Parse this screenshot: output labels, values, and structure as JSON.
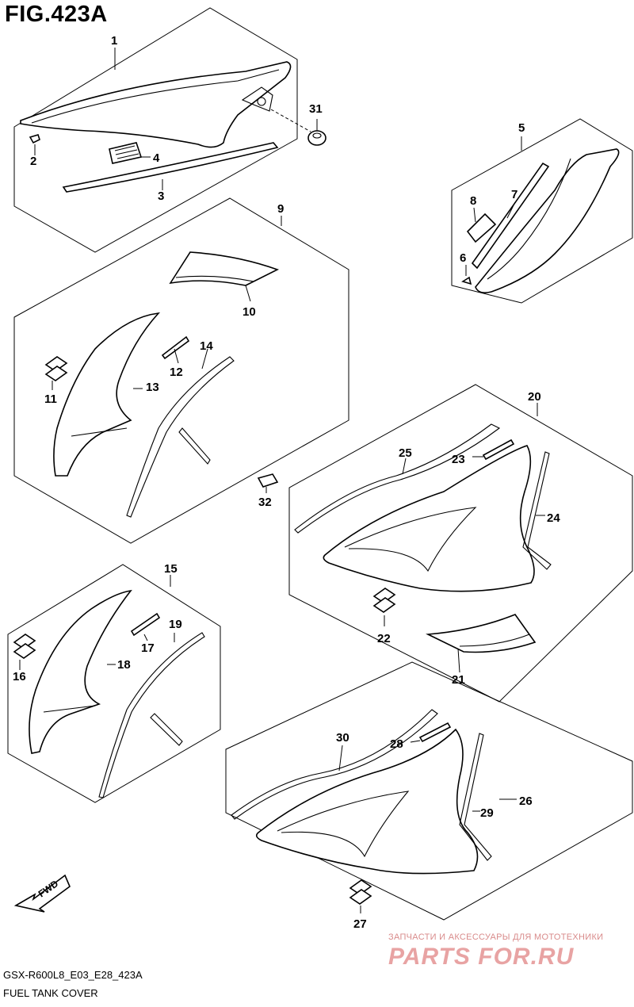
{
  "figure": {
    "title": "FIG.423A",
    "code": "GSX-R600L8_E03_E28_423A",
    "name": "FUEL TANK COVER"
  },
  "watermark": {
    "line1": "ЗАПЧАСТИ И АКСЕССУАРЫ ДЛЯ МОТОТЕХНИКИ",
    "logo": "PARTS FOR.RU"
  },
  "fwd_label": "FWD",
  "callouts": [
    "1",
    "2",
    "3",
    "4",
    "31",
    "5",
    "6",
    "7",
    "8",
    "9",
    "10",
    "11",
    "12",
    "13",
    "14",
    "32",
    "20",
    "21",
    "22",
    "23",
    "24",
    "25",
    "15",
    "16",
    "17",
    "18",
    "19",
    "26",
    "27",
    "28",
    "29",
    "30"
  ],
  "icons": [
    "suzuki-emblem-icon",
    "fwd-arrow-icon"
  ]
}
